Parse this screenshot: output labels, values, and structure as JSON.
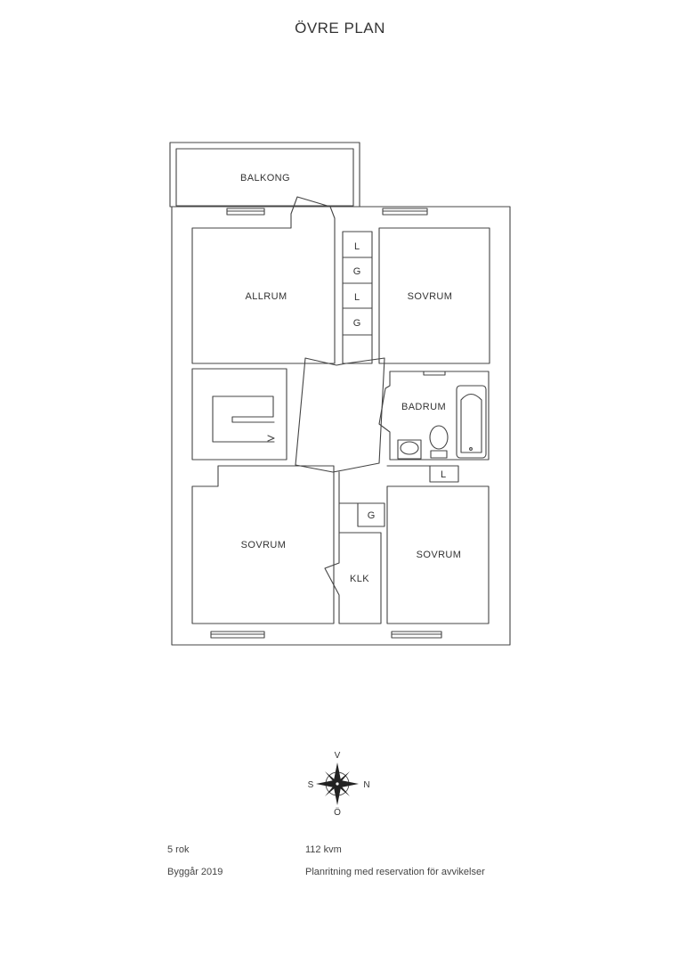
{
  "title": "ÖVRE PLAN",
  "rooms": {
    "balkong": "BALKONG",
    "allrum": "ALLRUM",
    "sovrum_top": "SOVRUM",
    "badrum": "BADRUM",
    "sovrum_bottom_left": "SOVRUM",
    "sovrum_bottom_right": "SOVRUM",
    "klk": "KLK"
  },
  "closets": {
    "l1": "L",
    "g1": "G",
    "l2": "L",
    "g2": "G",
    "l3": "L",
    "g3": "G"
  },
  "compass": {
    "north_top": "V",
    "left": "S",
    "right": "N",
    "bottom": "Ö"
  },
  "footer": {
    "rooms": "5 rok",
    "area": "112 kvm",
    "year": "Byggår 2019",
    "disclaimer": "Planritning med reservation för avvikelser"
  }
}
